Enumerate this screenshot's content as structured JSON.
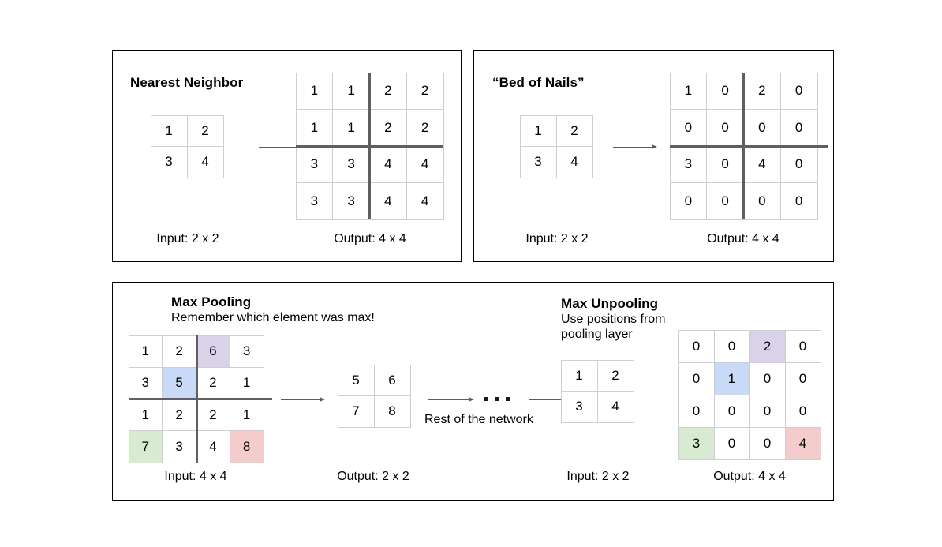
{
  "figure": {
    "colors": {
      "purple": "#d9d2e9",
      "blue": "#c9daf8",
      "green": "#d9ead3",
      "pink": "#f4cccc",
      "cell_border": "#cfcfcf",
      "divider": "#5f5f5f",
      "panel_border": "#000000",
      "arrow": "#555f6b"
    }
  },
  "panels": {
    "nearest_neighbor": {
      "title": "Nearest Neighbor",
      "input_caption": "Input: 2 x 2",
      "output_caption": "Output: 4 x 4",
      "input": [
        [
          "1",
          "2"
        ],
        [
          "3",
          "4"
        ]
      ],
      "output": [
        [
          "1",
          "1",
          "2",
          "2"
        ],
        [
          "1",
          "1",
          "2",
          "2"
        ],
        [
          "3",
          "3",
          "4",
          "4"
        ],
        [
          "3",
          "3",
          "4",
          "4"
        ]
      ]
    },
    "bed_of_nails": {
      "title": "“Bed of Nails”",
      "input_caption": "Input: 2 x 2",
      "output_caption": "Output: 4 x 4",
      "input": [
        [
          "1",
          "2"
        ],
        [
          "3",
          "4"
        ]
      ],
      "output": [
        [
          "1",
          "0",
          "2",
          "0"
        ],
        [
          "0",
          "0",
          "0",
          "0"
        ],
        [
          "3",
          "0",
          "4",
          "0"
        ],
        [
          "0",
          "0",
          "0",
          "0"
        ]
      ]
    },
    "max_pooling": {
      "title": "Max Pooling",
      "subtitle": "Remember which element was max!",
      "input_caption": "Input: 4 x 4",
      "output_caption": "Output: 2 x 2",
      "input": [
        [
          "1",
          "2",
          "6",
          "3"
        ],
        [
          "3",
          "5",
          "2",
          "1"
        ],
        [
          "1",
          "2",
          "2",
          "1"
        ],
        [
          "7",
          "3",
          "4",
          "8"
        ]
      ],
      "input_highlights": [
        {
          "row": 0,
          "col": 2,
          "color": "#d9d2e9"
        },
        {
          "row": 1,
          "col": 1,
          "color": "#c9daf8"
        },
        {
          "row": 3,
          "col": 0,
          "color": "#d9ead3"
        },
        {
          "row": 3,
          "col": 3,
          "color": "#f4cccc"
        }
      ],
      "output": [
        [
          "5",
          "6"
        ],
        [
          "7",
          "8"
        ]
      ]
    },
    "rest_of_network": {
      "label": "Rest of the network"
    },
    "max_unpooling": {
      "title": "Max Unpooling",
      "subtitle": "Use positions from\npooling layer",
      "input_caption": "Input: 2 x 2",
      "output_caption": "Output: 4 x 4",
      "input": [
        [
          "1",
          "2"
        ],
        [
          "3",
          "4"
        ]
      ],
      "output": [
        [
          "0",
          "0",
          "2",
          "0"
        ],
        [
          "0",
          "1",
          "0",
          "0"
        ],
        [
          "0",
          "0",
          "0",
          "0"
        ],
        [
          "3",
          "0",
          "0",
          "4"
        ]
      ],
      "output_highlights": [
        {
          "row": 0,
          "col": 2,
          "color": "#d9d2e9"
        },
        {
          "row": 1,
          "col": 1,
          "color": "#c9daf8"
        },
        {
          "row": 3,
          "col": 0,
          "color": "#d9ead3"
        },
        {
          "row": 3,
          "col": 3,
          "color": "#f4cccc"
        }
      ]
    }
  }
}
